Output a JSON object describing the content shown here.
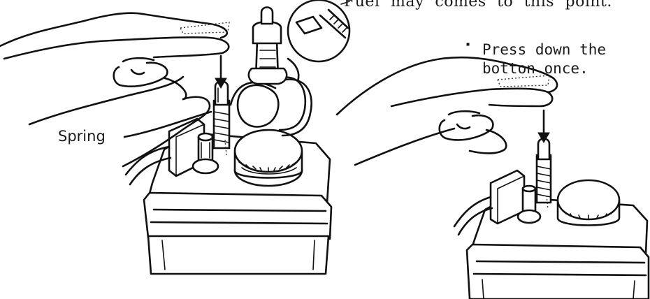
{
  "callouts": {
    "fuel_point": "Fuel may comes to this point.",
    "press_line1": "Press down the",
    "press_line2": "botton once.",
    "spring": "Spring"
  }
}
